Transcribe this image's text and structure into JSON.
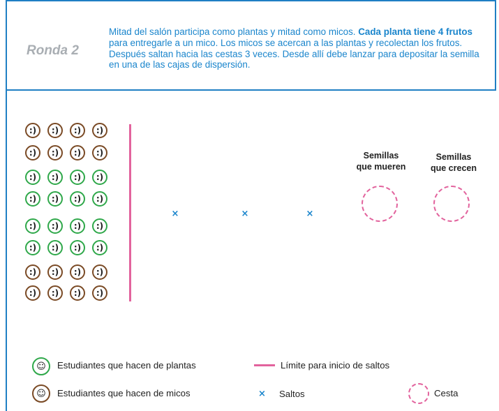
{
  "header": {
    "round_title": "Ronda 2",
    "instructions": {
      "part1": "Mitad del salón participa como plantas y mitad como micos. ",
      "bold": "Cada planta tiene 4 frutos",
      "part2": " para entregarle a un mico. Los micos se acercan a las plantas y recolectan los frutos. Después saltan hacia las cestas 3 veces. Desde allí debe lanzar para depositar la semilla en una de las cajas de dispersión."
    }
  },
  "diagram": {
    "face_glyph": ":)",
    "grid_rows": [
      [
        "brown",
        "brown",
        "brown",
        "brown"
      ],
      [
        "brown",
        "brown",
        "brown",
        "brown"
      ],
      [
        "green",
        "green",
        "green",
        "green"
      ],
      [
        "green",
        "green",
        "green",
        "green"
      ],
      [
        "green",
        "green",
        "green",
        "green"
      ],
      [
        "green",
        "green",
        "green",
        "green"
      ],
      [
        "brown",
        "brown",
        "brown",
        "brown"
      ],
      [
        "brown",
        "brown",
        "brown",
        "brown"
      ]
    ],
    "jump_count": 3,
    "jump_glyph": "×",
    "baskets": [
      {
        "label_line1": "Semillas",
        "label_line2": "que mueren"
      },
      {
        "label_line1": "Semillas",
        "label_line2": "que crecen"
      }
    ]
  },
  "legend": {
    "plants": "Estudiantes que hacen de plantas",
    "monkeys": "Estudiantes que hacen de micos",
    "limit": "Límite para inicio de saltos",
    "jumps": "Saltos",
    "basket": "Cesta",
    "legend_face_glyph": "☺"
  },
  "colors": {
    "plant": "#2fa84a",
    "monkey": "#7a4a25",
    "accent_blue": "#1a85cc",
    "pink": "#e2639d"
  }
}
